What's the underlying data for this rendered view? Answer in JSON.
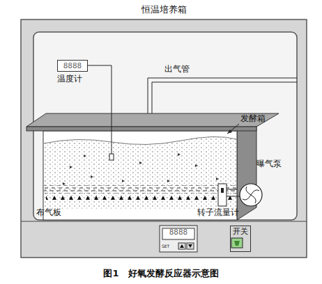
{
  "diagram": {
    "caption": "图1　好氧发酵反应器示意图",
    "nodes": [
      {
        "text": [
          "恒温培养箱"
        ]
      },
      {
        "text": [
          "8888",
          "温度计"
        ],
        "in": 0
      },
      {
        "text": [
          "8888",
          "SET"
        ],
        "in": 0
      },
      {
        "text": [
          "开关"
        ],
        "in": 0
      }
    ],
    "labels": [
      "出气管",
      "发酵箱",
      "曝气泵",
      "转子流量计",
      "布气板"
    ]
  }
}
